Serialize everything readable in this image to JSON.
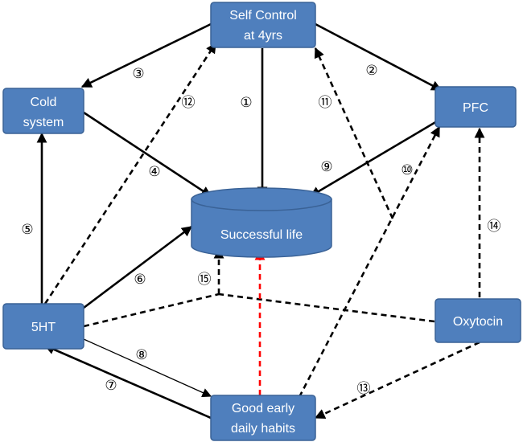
{
  "colors": {
    "node_fill": "#4f7fbd",
    "node_stroke": "#3a6296",
    "edge": "#000000",
    "highlight_edge": "#ff0000"
  },
  "nodes": {
    "self_control": {
      "line1": "Self Control",
      "line2": "at 4yrs"
    },
    "cold_system": {
      "line1": "Cold",
      "line2": "system"
    },
    "pfc": {
      "line1": "PFC"
    },
    "successful_life": {
      "line1": "Successful life"
    },
    "five_ht": {
      "line1": "5HT"
    },
    "oxytocin": {
      "line1": "Oxytocin"
    },
    "habits": {
      "line1": "Good early",
      "line2": "daily habits"
    }
  },
  "edges": [
    {
      "id": "1",
      "label": "①",
      "from": "Self Control at 4yrs",
      "to": "Successful life",
      "style": "solid"
    },
    {
      "id": "2",
      "label": "②",
      "from": "Self Control at 4yrs",
      "to": "PFC",
      "style": "solid"
    },
    {
      "id": "3",
      "label": "③",
      "from": "Self Control at 4yrs",
      "to": "Cold system",
      "style": "solid"
    },
    {
      "id": "4",
      "label": "④",
      "from": "Cold system",
      "to": "Successful life",
      "style": "solid"
    },
    {
      "id": "5",
      "label": "⑤",
      "from": "5HT",
      "to": "Cold system",
      "style": "solid"
    },
    {
      "id": "6",
      "label": "⑥",
      "from": "5HT",
      "to": "Successful life",
      "style": "solid"
    },
    {
      "id": "7",
      "label": "⑦",
      "from": "Good early daily habits",
      "to": "5HT",
      "style": "solid"
    },
    {
      "id": "8",
      "label": "⑧",
      "from": "5HT",
      "to": "Good early daily habits",
      "style": "thin"
    },
    {
      "id": "9",
      "label": "⑨",
      "from": "PFC",
      "to": "Successful life",
      "style": "solid"
    },
    {
      "id": "10",
      "label": "⑩",
      "from": "Good early daily habits",
      "to": "PFC",
      "style": "dashed"
    },
    {
      "id": "11",
      "label": "⑪",
      "from": "Good early daily habits",
      "to": "Self Control at 4yrs",
      "style": "dashed"
    },
    {
      "id": "12",
      "label": "⑫",
      "from": "5HT",
      "to": "Self Control at 4yrs",
      "style": "dashed"
    },
    {
      "id": "13",
      "label": "⑬",
      "from": "Oxytocin",
      "to": "Good early daily habits",
      "style": "dashed"
    },
    {
      "id": "14",
      "label": "⑭",
      "from": "Oxytocin",
      "to": "PFC",
      "style": "dashed"
    },
    {
      "id": "15",
      "label": "⑮",
      "from": "5HT and Oxytocin",
      "to": "Successful life",
      "style": "dashed"
    },
    {
      "id": "16",
      "label": "",
      "from": "Good early daily habits",
      "to": "Successful life",
      "style": "dashed-red"
    }
  ]
}
